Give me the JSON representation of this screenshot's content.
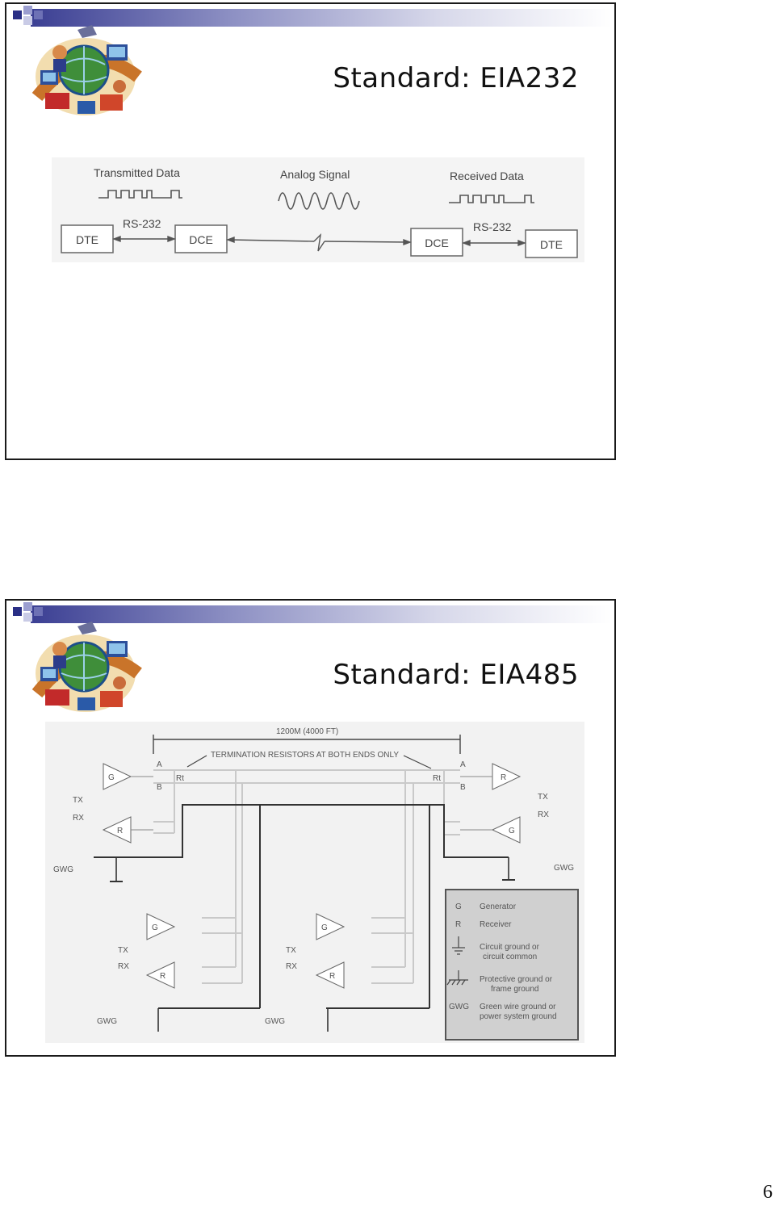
{
  "slides": [
    {
      "title": "Standard: EIA232",
      "diagram": {
        "transmitted_label": "Transmitted Data",
        "analog_label": "Analog Signal",
        "received_label": "Received Data",
        "rs232_left": "RS-232",
        "rs232_right": "RS-232",
        "boxes": [
          "DTE",
          "DCE",
          "DCE",
          "DTE"
        ]
      }
    },
    {
      "title": "Standard: EIA485",
      "diagram": {
        "distance": "1200M (4000 FT)",
        "termination": "TERMINATION RESISTORS AT BOTH ENDS ONLY",
        "pin_a": "A",
        "pin_b": "B",
        "rt": "Rt",
        "gen": "G",
        "rec": "R",
        "tx": "TX",
        "rx": "RX",
        "gwg": "GWG",
        "legend": {
          "g_key": "G",
          "g_text": "Generator",
          "r_key": "R",
          "r_text": "Receiver",
          "cg_line1": "Circuit ground or",
          "cg_line2": "circuit common",
          "pg_line1": "Protective ground or",
          "pg_line2": "frame ground",
          "gwg_key": "GWG",
          "gwg_line1": "Green wire ground or",
          "gwg_line2": "power system ground"
        }
      }
    }
  ],
  "page_number": "6"
}
